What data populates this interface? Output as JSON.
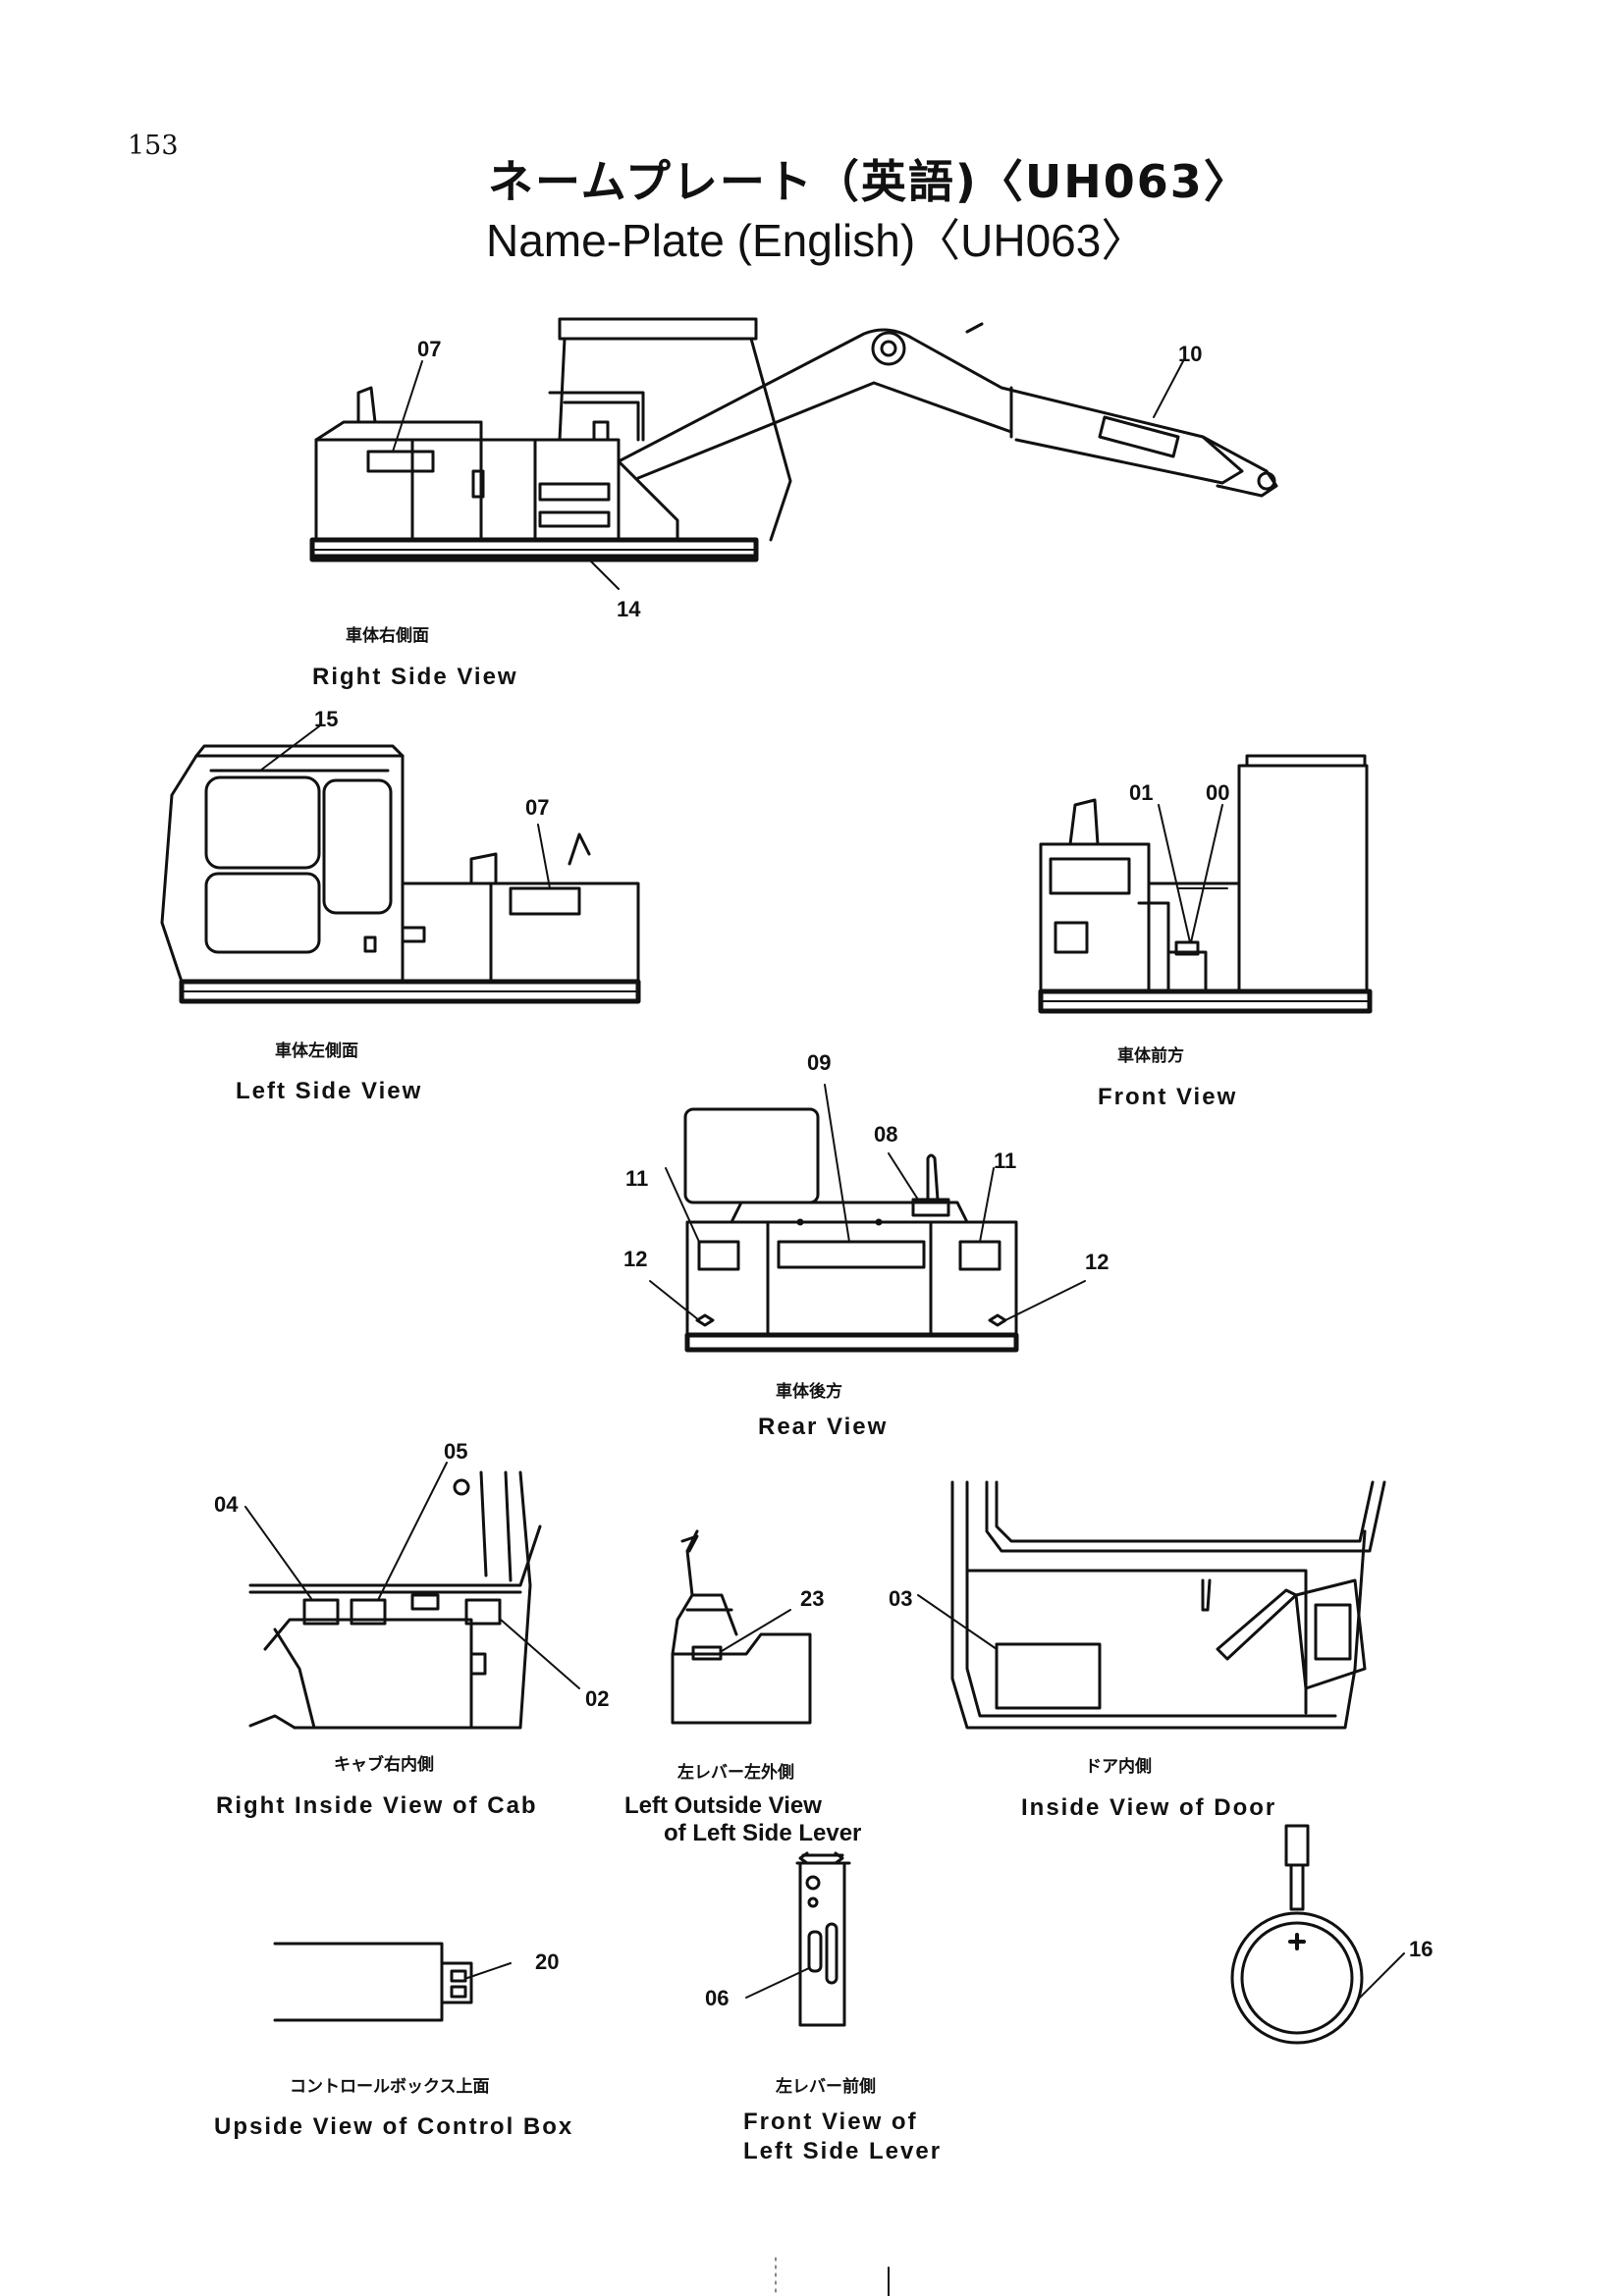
{
  "page_number": "153",
  "title": {
    "japanese": "ネームプレート（英語)〈UH063〉",
    "english": "Name-Plate (English)〈UH063〉"
  },
  "views": {
    "right_side": {
      "ja": "車体右側面",
      "en": "Right  Side  View"
    },
    "left_side": {
      "ja": "車体左側面",
      "en": "Left  Side  View"
    },
    "front": {
      "ja": "車体前方",
      "en": "Front  View"
    },
    "rear": {
      "ja": "車体後方",
      "en": "Rear  View"
    },
    "cab_right_inside": {
      "ja": "キャブ右内側",
      "en": "Right  Inside  View  of  Cab"
    },
    "left_lever_outside": {
      "ja": "左レバー左外側",
      "en_line1": "Left Outside View",
      "en_line2": "of Left Side Lever"
    },
    "door_inside": {
      "ja": "ドア内側",
      "en": "Inside  View  of  Door"
    },
    "control_box_upside": {
      "ja": "コントロールボックス上面",
      "en": "Upside  View  of  Control  Box"
    },
    "left_lever_front": {
      "ja": "左レバー前側",
      "en_line1": "Front  View  of",
      "en_line2": "Left  Side  Lever"
    }
  },
  "callouts": {
    "right_side": [
      "07",
      "10",
      "14"
    ],
    "left_side": [
      "15",
      "07"
    ],
    "front": [
      "01",
      "00"
    ],
    "rear": [
      "09",
      "08",
      "11",
      "11",
      "12",
      "12"
    ],
    "cab": [
      "04",
      "05",
      "02"
    ],
    "lever_outside": [
      "23"
    ],
    "door": [
      "03"
    ],
    "control_box": [
      "20"
    ],
    "lever_front": [
      "06"
    ],
    "ring": [
      "16"
    ]
  }
}
